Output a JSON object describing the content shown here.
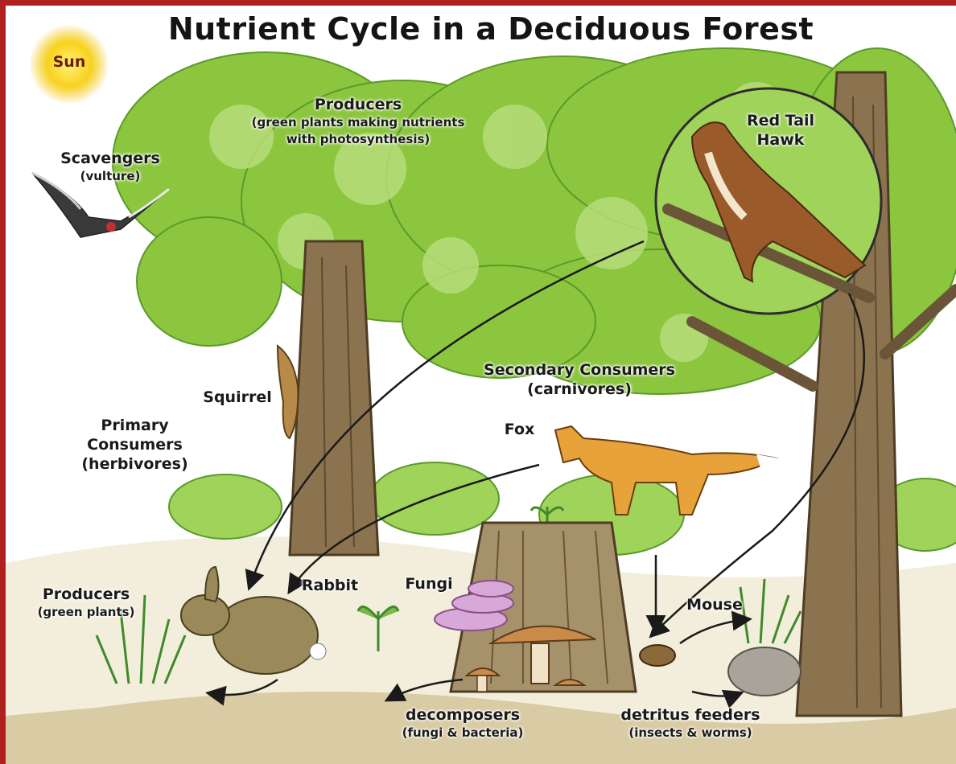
{
  "title": "Nutrient Cycle in a Deciduous Forest",
  "colors": {
    "border": "#b0201f",
    "foliage": "#8cc63f",
    "foliage_dark": "#5a9a2a",
    "trunk": "#8b7350",
    "sun": "#f7d21e"
  },
  "labels": {
    "sun": "Sun",
    "producers_top": {
      "title": "Producers",
      "line1": "(green plants making nutrients",
      "line2": "with photosynthesis)"
    },
    "scavengers": {
      "title": "Scavengers",
      "sub": "(vulture)"
    },
    "red_tail_hawk": {
      "line1": "Red Tail",
      "line2": "Hawk"
    },
    "squirrel": "Squirrel",
    "primary_consumers": {
      "line1": "Primary",
      "line2": "Consumers",
      "line3": "(herbivores)"
    },
    "secondary_consumers": {
      "title": "Secondary Consumers",
      "sub": "(carnivores)"
    },
    "fox": "Fox",
    "rabbit": "Rabbit",
    "fungi": "Fungi",
    "mouse": "Mouse",
    "producers_bottom": {
      "title": "Producers",
      "sub": "(green plants)"
    },
    "decomposers": {
      "title": "decomposers",
      "sub": "(fungi & bacteria)"
    },
    "detritus_feeders": {
      "title": "detritus feeders",
      "sub": "(insects & worms)"
    }
  }
}
